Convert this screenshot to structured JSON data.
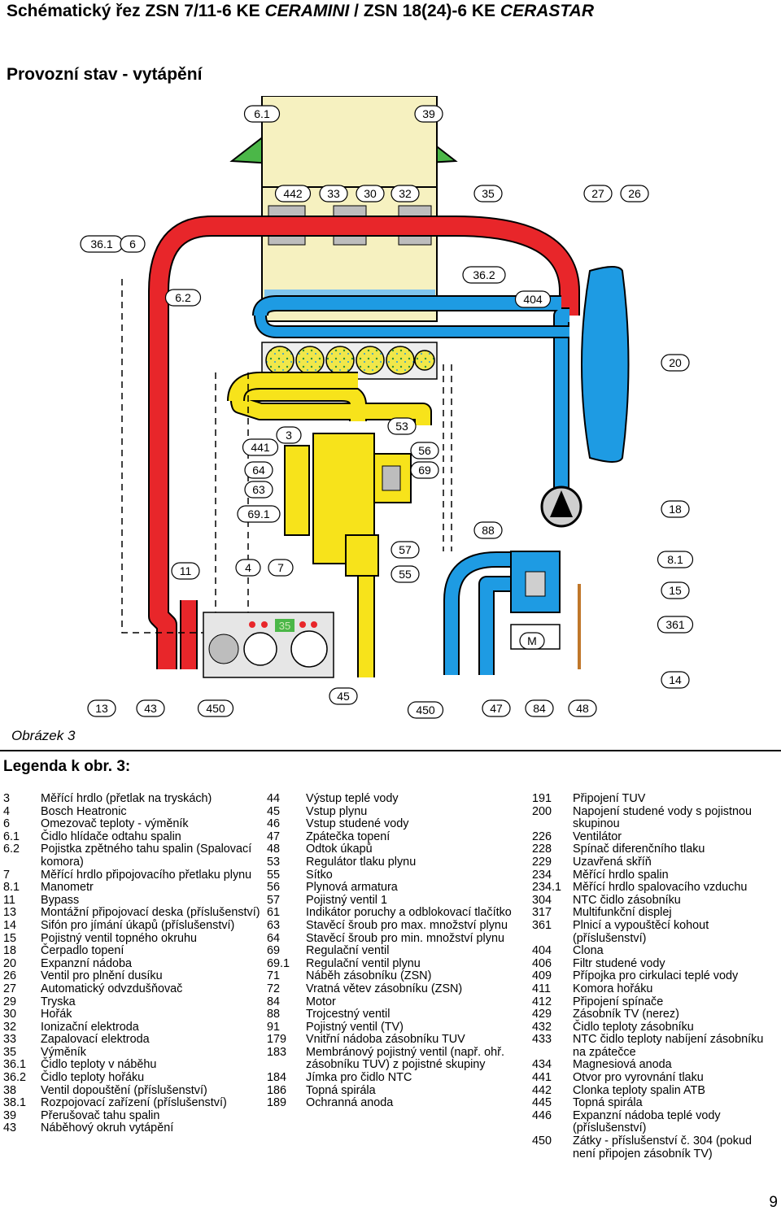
{
  "header": {
    "title_a": "Schématický řez ZSN 7/11-6 KE ",
    "title_b": "CERAMINI",
    "title_c": " / ZSN 18(24)-6 KE ",
    "title_d": "CERASTAR",
    "subtitle": "Provozní stav - vytápění"
  },
  "colors": {
    "hot": "#e8262a",
    "cold": "#1e9be3",
    "gas": "#f7e31b",
    "flue": "#4bb748",
    "chamber": "#f6f1c0"
  },
  "diagram": {
    "callouts": [
      "6.1",
      "39",
      "442",
      "33",
      "30",
      "32",
      "35",
      "27",
      "26",
      "36.1",
      "6",
      "6.2",
      "36.2",
      "404",
      "20",
      "441",
      "64",
      "63",
      "69.1",
      "3",
      "53",
      "56",
      "69",
      "18",
      "88",
      "57",
      "55",
      "11",
      "4",
      "7",
      "8.1",
      "15",
      "361",
      "M",
      "14",
      "13",
      "43",
      "450",
      "45",
      "450",
      "47",
      "84",
      "48"
    ],
    "display_value": "35"
  },
  "figure_caption": "Obrázek 3",
  "legend": {
    "title": "Legenda k obr. 3:",
    "col1": [
      {
        "n": "3",
        "t": "Měřící hrdlo (přetlak na tryskách)"
      },
      {
        "n": "4",
        "t": "Bosch Heatronic"
      },
      {
        "n": "6",
        "t": "Omezovač teploty - výměník"
      },
      {
        "n": "6.1",
        "t": "Čidlo hlídače odtahu spalin"
      },
      {
        "n": "6.2",
        "t": "Pojistka zpětného tahu spalin (Spalovací komora)"
      },
      {
        "n": "7",
        "t": "Měřící hrdlo připojovacího přetlaku plynu"
      },
      {
        "n": "8.1",
        "t": "Manometr"
      },
      {
        "n": "11",
        "t": "Bypass"
      },
      {
        "n": "13",
        "t": "Montážní připojovací deska (příslušenství)"
      },
      {
        "n": "14",
        "t": "Sifón pro jímání úkapů (příslušenství)"
      },
      {
        "n": "15",
        "t": "Pojistný ventil topného okruhu"
      },
      {
        "n": "18",
        "t": "Čerpadlo topení"
      },
      {
        "n": "20",
        "t": "Expanzní nádoba"
      },
      {
        "n": "26",
        "t": "Ventil pro plnění dusíku"
      },
      {
        "n": "27",
        "t": "Automatický odvzdušňovač"
      },
      {
        "n": "29",
        "t": "Tryska"
      },
      {
        "n": "30",
        "t": "Hořák"
      },
      {
        "n": "32",
        "t": "Ionizační elektroda"
      },
      {
        "n": "33",
        "t": "Zapalovací elektroda"
      },
      {
        "n": "35",
        "t": "Výměník"
      },
      {
        "n": "36.1",
        "t": "Čidlo teploty v náběhu"
      },
      {
        "n": "36.2",
        "t": "Čidlo teploty hořáku"
      },
      {
        "n": "38",
        "t": "Ventil dopouštění (příslušenství)"
      },
      {
        "n": "38.1",
        "t": "Rozpojovací zařízení (příslušenství)"
      },
      {
        "n": "39",
        "t": "Přerušovač tahu spalin"
      },
      {
        "n": "43",
        "t": "Náběhový okruh vytápění"
      }
    ],
    "col2": [
      {
        "n": "44",
        "t": "Výstup teplé vody"
      },
      {
        "n": "45",
        "t": "Vstup plynu"
      },
      {
        "n": "46",
        "t": "Vstup studené vody"
      },
      {
        "n": "47",
        "t": "Zpátečka topení"
      },
      {
        "n": "48",
        "t": "Odtok úkapů"
      },
      {
        "n": "53",
        "t": "Regulátor tlaku plynu"
      },
      {
        "n": "55",
        "t": "Sítko"
      },
      {
        "n": "56",
        "t": "Plynová armatura"
      },
      {
        "n": "57",
        "t": "Pojistný ventil 1"
      },
      {
        "n": "61",
        "t": "Indikátor poruchy a odblokovací tlačítko"
      },
      {
        "n": "63",
        "t": "Stavěcí šroub pro max. množství plynu"
      },
      {
        "n": "64",
        "t": "Stavěcí šroub pro min. množství plynu"
      },
      {
        "n": "69",
        "t": "Regulační ventil"
      },
      {
        "n": "69.1",
        "t": "Regulační ventil plynu"
      },
      {
        "n": "71",
        "t": "Náběh zásobníku (ZSN)"
      },
      {
        "n": "72",
        "t": "Vratná větev zásobníku (ZSN)"
      },
      {
        "n": "84",
        "t": "Motor"
      },
      {
        "n": "88",
        "t": "Trojcestný ventil"
      },
      {
        "n": "91",
        "t": "Pojistný ventil (TV)"
      },
      {
        "n": "179",
        "t": "Vnitřní nádoba zásobníku TUV"
      },
      {
        "n": "183",
        "t": "Membránový pojistný ventil (např. ohř. zásobníku TUV) z pojistné skupiny"
      },
      {
        "n": "184",
        "t": "Jímka pro čidlo NTC"
      },
      {
        "n": "186",
        "t": "Topná spirála"
      },
      {
        "n": "189",
        "t": "Ochranná anoda"
      }
    ],
    "col3": [
      {
        "n": "191",
        "t": "Připojení TUV"
      },
      {
        "n": "200",
        "t": "Napojení studené vody s pojistnou skupinou"
      },
      {
        "n": "226",
        "t": "Ventilátor"
      },
      {
        "n": "228",
        "t": "Spínač diferenčního tlaku"
      },
      {
        "n": "229",
        "t": "Uzavřená skříň"
      },
      {
        "n": "234",
        "t": "Měřící hrdlo spalin"
      },
      {
        "n": "234.1",
        "t": "Měřící hrdlo spalovacího vzduchu"
      },
      {
        "n": "304",
        "t": "NTC čidlo zásobníku"
      },
      {
        "n": "317",
        "t": "Multifunkční displej"
      },
      {
        "n": "361",
        "t": "Plnicí a vypouštěcí kohout (příslušenství)"
      },
      {
        "n": "404",
        "t": "Clona"
      },
      {
        "n": "406",
        "t": "Filtr studené vody"
      },
      {
        "n": "409",
        "t": "Přípojka pro cirkulaci teplé vody"
      },
      {
        "n": "411",
        "t": "Komora hořáku"
      },
      {
        "n": "412",
        "t": "Připojení spínače"
      },
      {
        "n": "429",
        "t": "Zásobník TV (nerez)"
      },
      {
        "n": "432",
        "t": "Čidlo teploty zásobníku"
      },
      {
        "n": "433",
        "t": "NTC čidlo teploty nabíjení zásobníku na zpátečce"
      },
      {
        "n": "434",
        "t": "Magnesiová anoda"
      },
      {
        "n": "441",
        "t": "Otvor pro vyrovnání tlaku"
      },
      {
        "n": "442",
        "t": "Clonka teploty spalin ATB"
      },
      {
        "n": "445",
        "t": "Topná spirála"
      },
      {
        "n": "446",
        "t": "Expanzní nádoba teplé vody (příslušenství)"
      },
      {
        "n": "450",
        "t": "Zátky - příslušenství č. 304 (pokud není připojen zásobník TV)"
      }
    ]
  },
  "page_number": "9"
}
